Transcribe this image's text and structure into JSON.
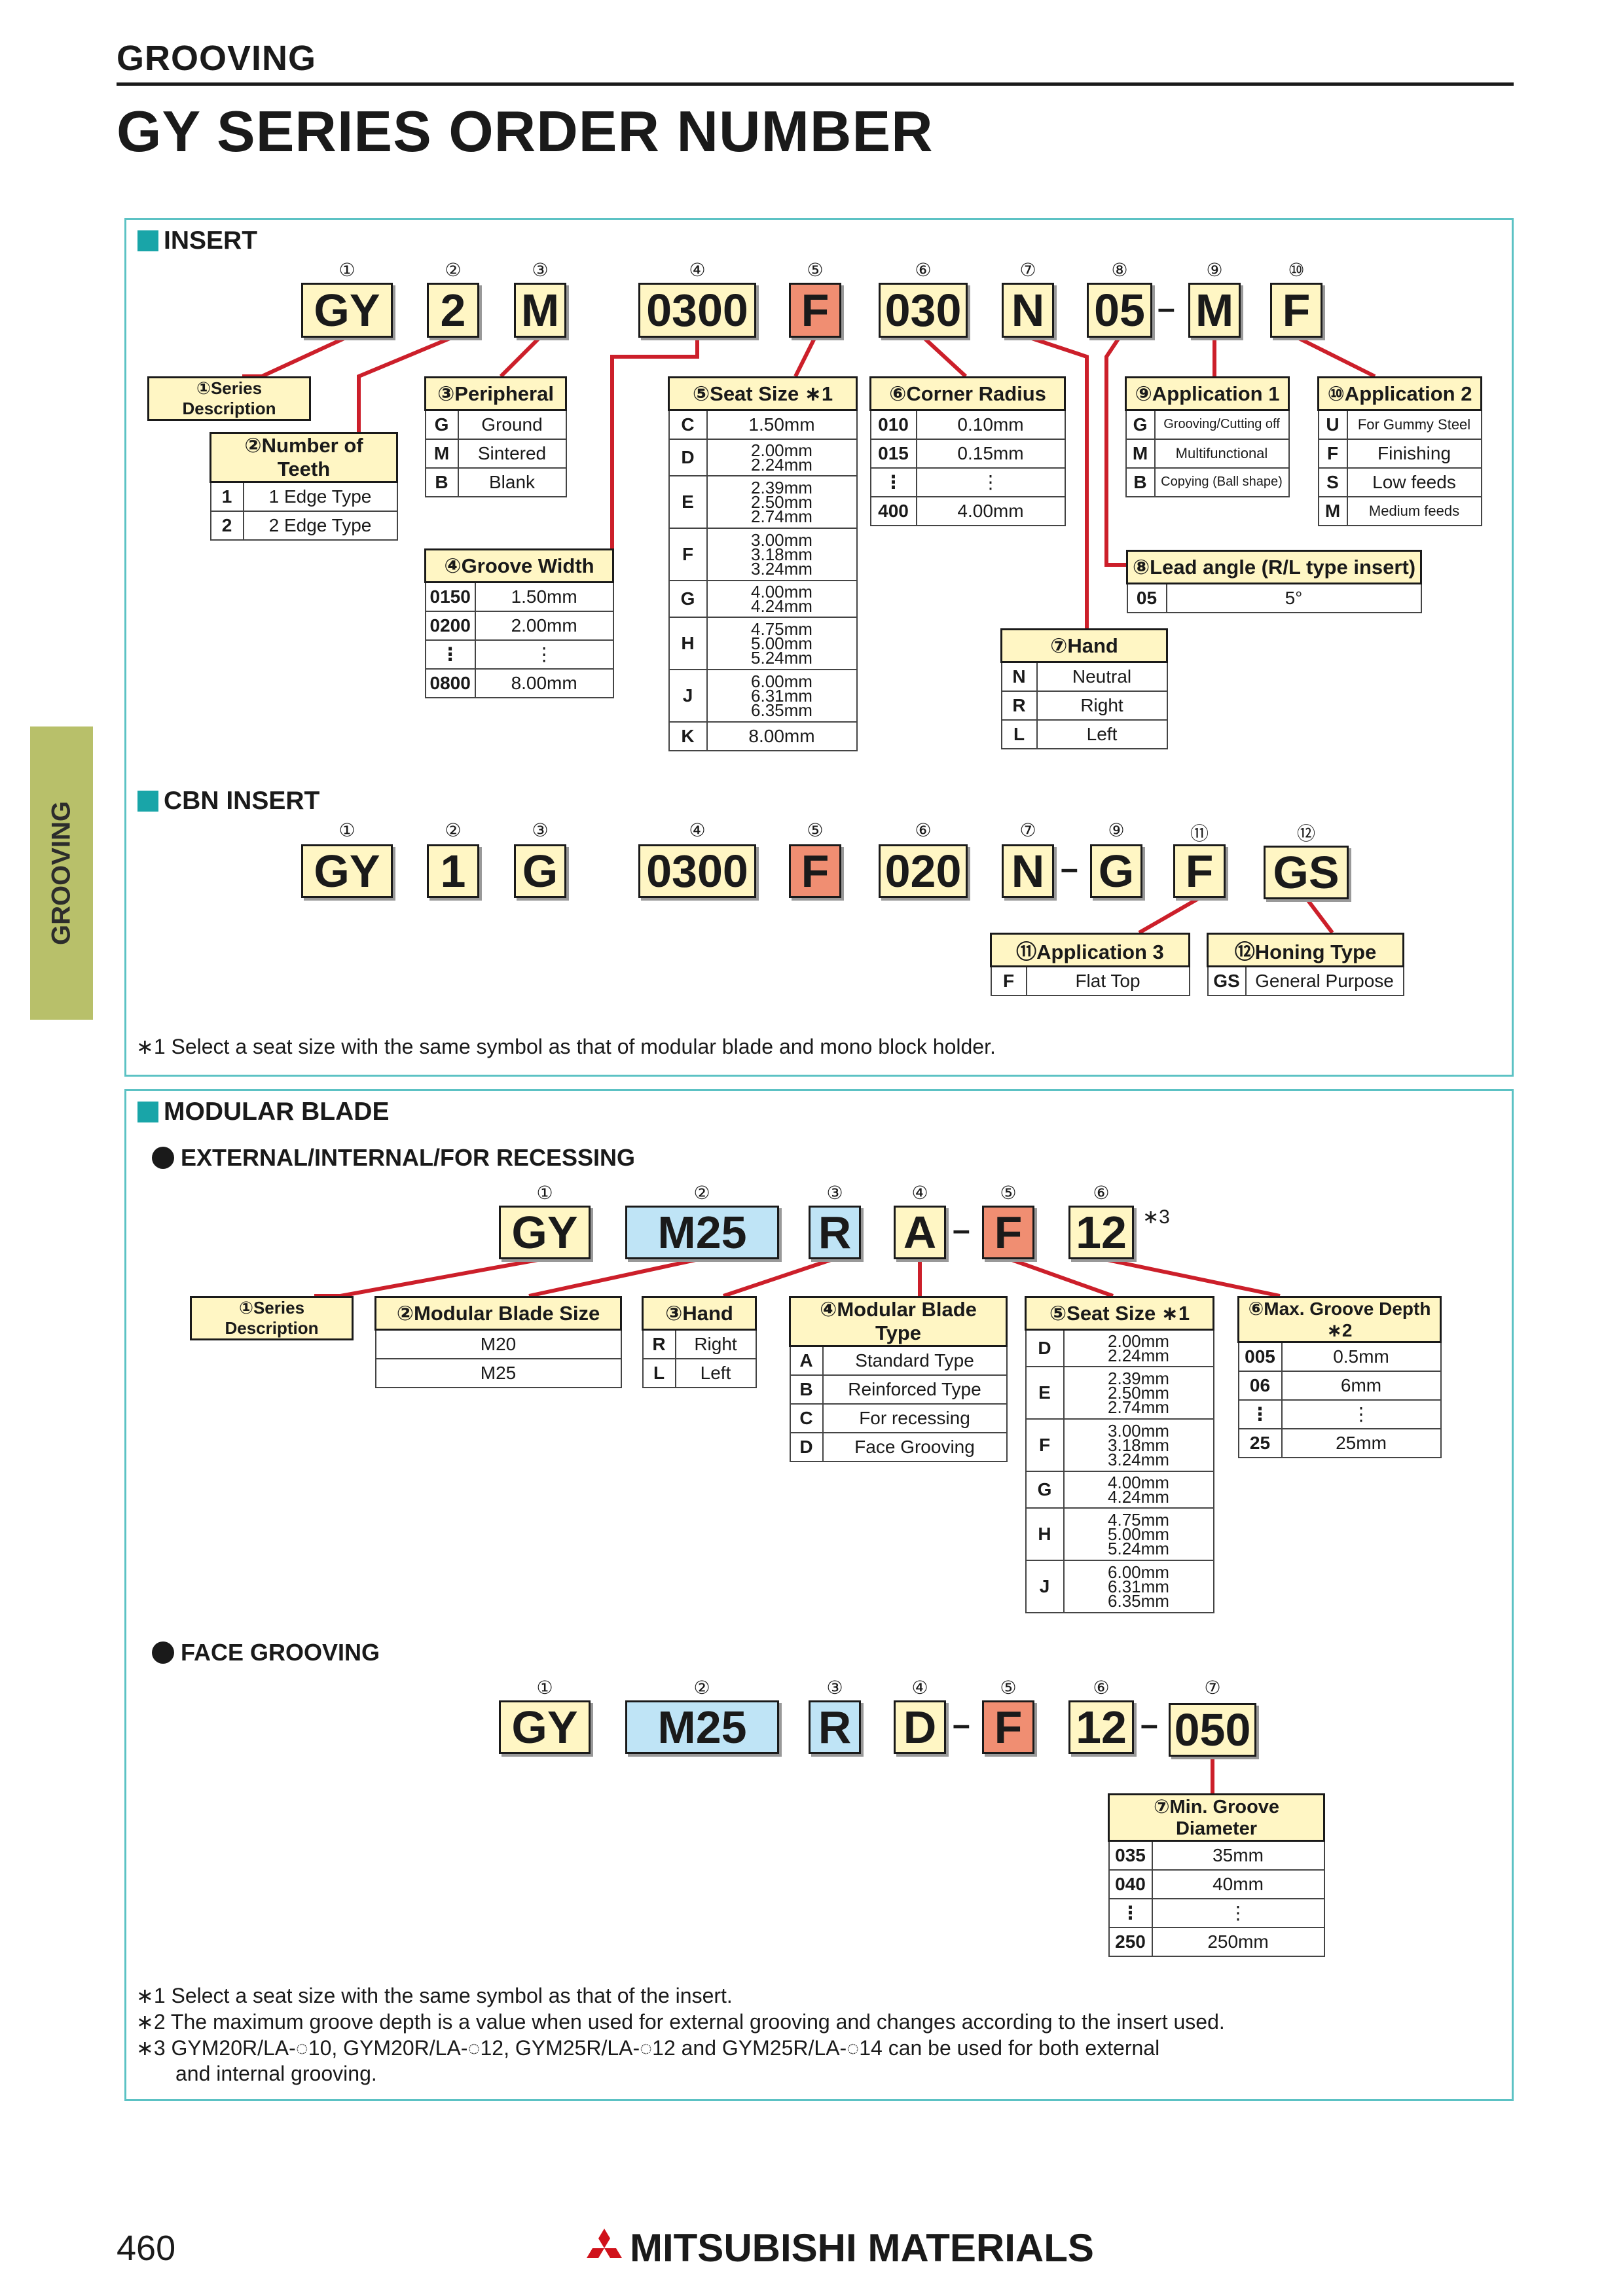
{
  "header": {
    "category": "GROOVING",
    "title": "GY SERIES ORDER NUMBER"
  },
  "side_tab": "GROOVING",
  "page_number": "460",
  "brand": "MITSUBISHI MATERIALS",
  "insert": {
    "label": "INSERT",
    "nums": [
      "①",
      "②",
      "③",
      "④",
      "⑤",
      "⑥",
      "⑦",
      "⑧",
      "⑨",
      "⑩"
    ],
    "codes": [
      "GY",
      "2",
      "M",
      "0300",
      "F",
      "030",
      "N",
      "05",
      "M",
      "F"
    ],
    "dash": "–",
    "series": {
      "title": "①Series Description"
    },
    "teeth": {
      "title": "②Number of Teeth",
      "rows": [
        [
          "1",
          "1 Edge Type"
        ],
        [
          "2",
          "2 Edge Type"
        ]
      ]
    },
    "peripheral": {
      "title": "③Peripheral",
      "rows": [
        [
          "G",
          "Ground"
        ],
        [
          "M",
          "Sintered"
        ],
        [
          "B",
          "Blank"
        ]
      ]
    },
    "groove_width": {
      "title": "④Groove Width",
      "rows": [
        [
          "0150",
          "1.50mm"
        ],
        [
          "0200",
          "2.00mm"
        ],
        [
          "⋮",
          "⋮"
        ],
        [
          "0800",
          "8.00mm"
        ]
      ]
    },
    "seat": {
      "title": "⑤Seat Size ∗1",
      "rows": [
        [
          "C",
          [
            "1.50mm"
          ]
        ],
        [
          "D",
          [
            "2.00mm",
            "2.24mm"
          ]
        ],
        [
          "E",
          [
            "2.39mm",
            "2.50mm",
            "2.74mm"
          ]
        ],
        [
          "F",
          [
            "3.00mm",
            "3.18mm",
            "3.24mm"
          ]
        ],
        [
          "G",
          [
            "4.00mm",
            "4.24mm"
          ]
        ],
        [
          "H",
          [
            "4.75mm",
            "5.00mm",
            "5.24mm"
          ]
        ],
        [
          "J",
          [
            "6.00mm",
            "6.31mm",
            "6.35mm"
          ]
        ],
        [
          "K",
          [
            "8.00mm"
          ]
        ]
      ]
    },
    "corner": {
      "title": "⑥Corner Radius",
      "rows": [
        [
          "010",
          "0.10mm"
        ],
        [
          "015",
          "0.15mm"
        ],
        [
          "⋮",
          "⋮"
        ],
        [
          "400",
          "4.00mm"
        ]
      ]
    },
    "hand": {
      "title": "⑦Hand",
      "rows": [
        [
          "N",
          "Neutral"
        ],
        [
          "R",
          "Right"
        ],
        [
          "L",
          "Left"
        ]
      ]
    },
    "lead": {
      "title": "⑧Lead angle (R/L type insert)",
      "rows": [
        [
          "05",
          "5°"
        ]
      ]
    },
    "app1": {
      "title": "⑨Application 1",
      "rows": [
        [
          "G",
          "Grooving/Cutting off"
        ],
        [
          "M",
          "Multifunctional"
        ],
        [
          "B",
          "Copying (Ball shape)"
        ]
      ]
    },
    "app2": {
      "title": "⑩Application 2",
      "rows": [
        [
          "U",
          "For Gummy Steel"
        ],
        [
          "F",
          "Finishing"
        ],
        [
          "S",
          "Low feeds"
        ],
        [
          "M",
          "Medium feeds"
        ]
      ]
    }
  },
  "cbn": {
    "label": "CBN INSERT",
    "nums": [
      "①",
      "②",
      "③",
      "④",
      "⑤",
      "⑥",
      "⑦",
      "⑨",
      "⑪",
      "⑫"
    ],
    "codes": [
      "GY",
      "1",
      "G",
      "0300",
      "F",
      "020",
      "N",
      "G",
      "F",
      "GS"
    ],
    "app3": {
      "title": "⑪Application 3",
      "rows": [
        [
          "F",
          "Flat Top"
        ]
      ]
    },
    "honing": {
      "title": "⑫Honing Type",
      "rows": [
        [
          "GS",
          "General Purpose"
        ]
      ]
    },
    "note": "∗1 Select a seat size with the same symbol as that of modular blade and mono block holder."
  },
  "modular": {
    "label": "MODULAR BLADE",
    "external": {
      "label": "EXTERNAL/INTERNAL/FOR RECESSING",
      "nums": [
        "①",
        "②",
        "③",
        "④",
        "⑤",
        "⑥"
      ],
      "codes": [
        "GY",
        "M25",
        "R",
        "A",
        "F",
        "12"
      ],
      "footnote": "∗3",
      "series": {
        "title": "①Series Description"
      },
      "size": {
        "title": "②Modular Blade Size",
        "rows": [
          [
            "M20"
          ],
          [
            "M25"
          ]
        ]
      },
      "hand": {
        "title": "③Hand",
        "rows": [
          [
            "R",
            "Right"
          ],
          [
            "L",
            "Left"
          ]
        ]
      },
      "type": {
        "title": "④Modular Blade Type",
        "rows": [
          [
            "A",
            "Standard Type"
          ],
          [
            "B",
            "Reinforced Type"
          ],
          [
            "C",
            "For recessing"
          ],
          [
            "D",
            "Face Grooving"
          ]
        ]
      },
      "seat": {
        "title": "⑤Seat Size ∗1",
        "rows": [
          [
            "D",
            [
              "2.00mm",
              "2.24mm"
            ]
          ],
          [
            "E",
            [
              "2.39mm",
              "2.50mm",
              "2.74mm"
            ]
          ],
          [
            "F",
            [
              "3.00mm",
              "3.18mm",
              "3.24mm"
            ]
          ],
          [
            "G",
            [
              "4.00mm",
              "4.24mm"
            ]
          ],
          [
            "H",
            [
              "4.75mm",
              "5.00mm",
              "5.24mm"
            ]
          ],
          [
            "J",
            [
              "6.00mm",
              "6.31mm",
              "6.35mm"
            ]
          ]
        ]
      },
      "depth": {
        "title": "⑥Max. Groove Depth ∗2",
        "rows": [
          [
            "005",
            "0.5mm"
          ],
          [
            "06",
            "6mm"
          ],
          [
            "⋮",
            "⋮"
          ],
          [
            "25",
            "25mm"
          ]
        ]
      }
    },
    "face": {
      "label": "FACE GROOVING",
      "nums": [
        "①",
        "②",
        "③",
        "④",
        "⑤",
        "⑥",
        "⑦"
      ],
      "codes": [
        "GY",
        "M25",
        "R",
        "D",
        "F",
        "12",
        "050"
      ],
      "diameter": {
        "title": "⑦Min. Groove Diameter",
        "rows": [
          [
            "035",
            "35mm"
          ],
          [
            "040",
            "40mm"
          ],
          [
            "⋮",
            "⋮"
          ],
          [
            "250",
            "250mm"
          ]
        ]
      }
    },
    "notes": [
      "∗1 Select a seat size with the same symbol as that of the insert.",
      "∗2 The maximum groove depth is a value when used for external grooving and changes according to the insert used.",
      "∗3 GYM20R/LA-◌10, GYM20R/LA-◌12, GYM25R/LA-◌12 and GYM25R/LA-◌14 can be used for both external",
      "and internal grooving."
    ]
  }
}
